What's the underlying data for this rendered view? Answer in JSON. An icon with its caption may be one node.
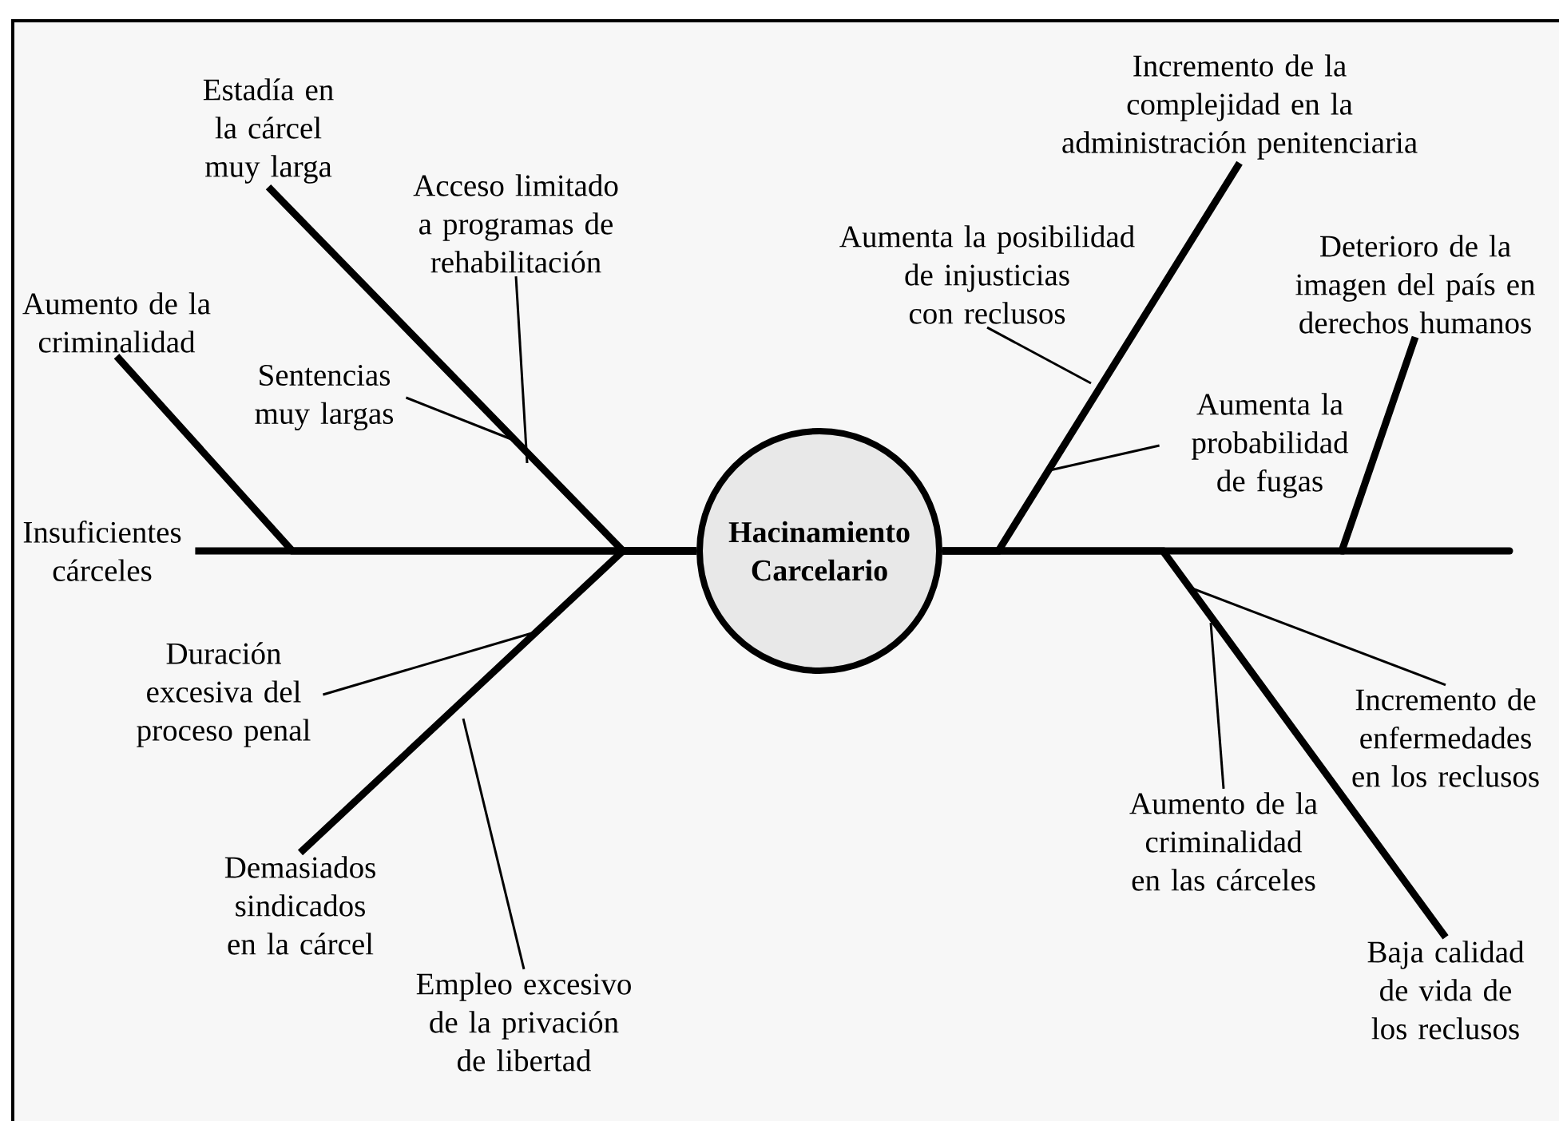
{
  "diagram": {
    "nodes": [
      {
        "text": [
          "Hacinamiento Carcelario"
        ]
      },
      {
        "text": [
          "Estadía en la cárcel muy larga"
        ]
      },
      {
        "text": [
          "Acceso limitado a programas de rehabilitación"
        ]
      },
      {
        "text": [
          "Aumento de la criminalidad"
        ]
      },
      {
        "text": [
          "Sentencias muy largas"
        ]
      },
      {
        "text": [
          "Insuficientes cárceles"
        ]
      },
      {
        "text": [
          "Duración excesiva del proceso penal"
        ]
      },
      {
        "text": [
          "Demasiados sindicados en la cárcel"
        ]
      },
      {
        "text": [
          "Empleo excesivo de la privación de libertad"
        ]
      },
      {
        "text": [
          "Incremento de la complejidad en la administración penitenciaria"
        ]
      },
      {
        "text": [
          "Aumenta la posibilidad de injusticias con reclusos"
        ]
      },
      {
        "text": [
          "Deterioro de la imagen del país en derechos humanos"
        ]
      },
      {
        "text": [
          "Aumenta la probabilidad de fugas"
        ]
      },
      {
        "text": [
          "Incremento de enfermedades en los reclusos"
        ]
      },
      {
        "text": [
          "Aumento de la criminalidad en las cárceles"
        ]
      },
      {
        "text": [
          "Baja calidad de vida de los reclusos"
        ]
      }
    ],
    "edges": [
      {
        "from": 1,
        "to": 0,
        "arrow": "none",
        "style": "thick"
      },
      {
        "from": 2,
        "to": null,
        "arrow": "none"
      },
      {
        "from": 3,
        "to": 0,
        "arrow": "none",
        "style": "thick"
      },
      {
        "from": 4,
        "to": null,
        "arrow": "none"
      },
      {
        "from": 5,
        "to": 0,
        "arrow": "none",
        "style": "thick"
      },
      {
        "from": 6,
        "to": null,
        "arrow": "none"
      },
      {
        "from": 7,
        "to": 0,
        "arrow": "none",
        "style": "thick"
      },
      {
        "from": 8,
        "to": null,
        "arrow": "none"
      },
      {
        "from": 9,
        "to": 0,
        "arrow": "none",
        "style": "thick"
      },
      {
        "from": 10,
        "to": null,
        "arrow": "none"
      },
      {
        "from": 11,
        "to": 0,
        "arrow": "none",
        "style": "thick"
      },
      {
        "from": 12,
        "to": null,
        "arrow": "none"
      },
      {
        "from": 13,
        "to": null,
        "arrow": "none"
      },
      {
        "from": 14,
        "to": null,
        "arrow": "none"
      },
      {
        "from": 15,
        "to": 0,
        "arrow": "none",
        "style": "thick"
      }
    ]
  }
}
